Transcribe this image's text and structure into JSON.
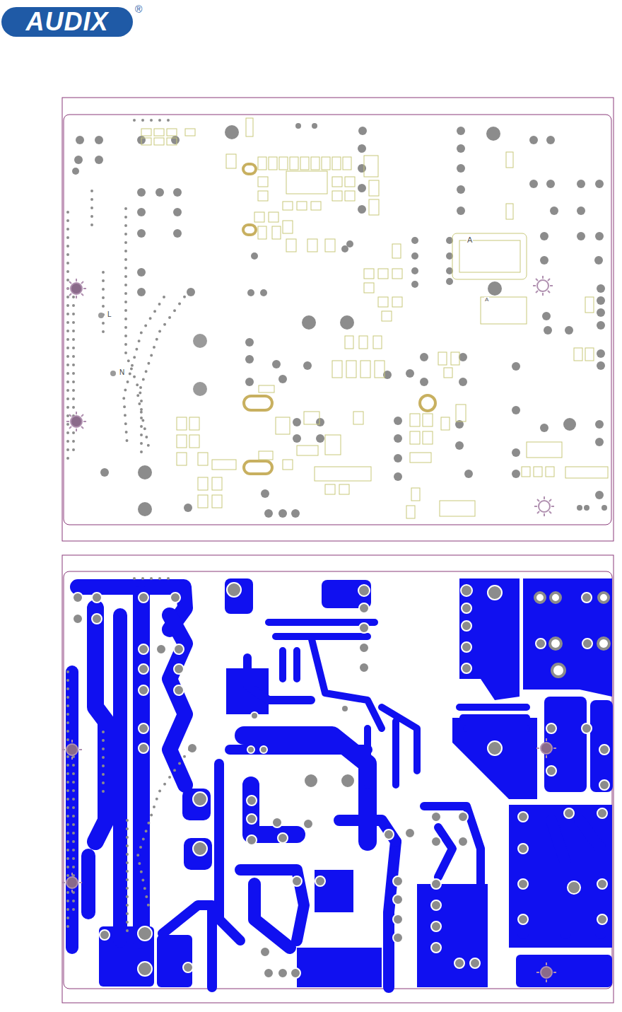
{
  "diagram": {
    "nodes": [
      {
        "text": [
          "AUDIX"
        ]
      }
    ],
    "labels": [
      "®",
      "L",
      "N",
      "A",
      "A"
    ]
  }
}
